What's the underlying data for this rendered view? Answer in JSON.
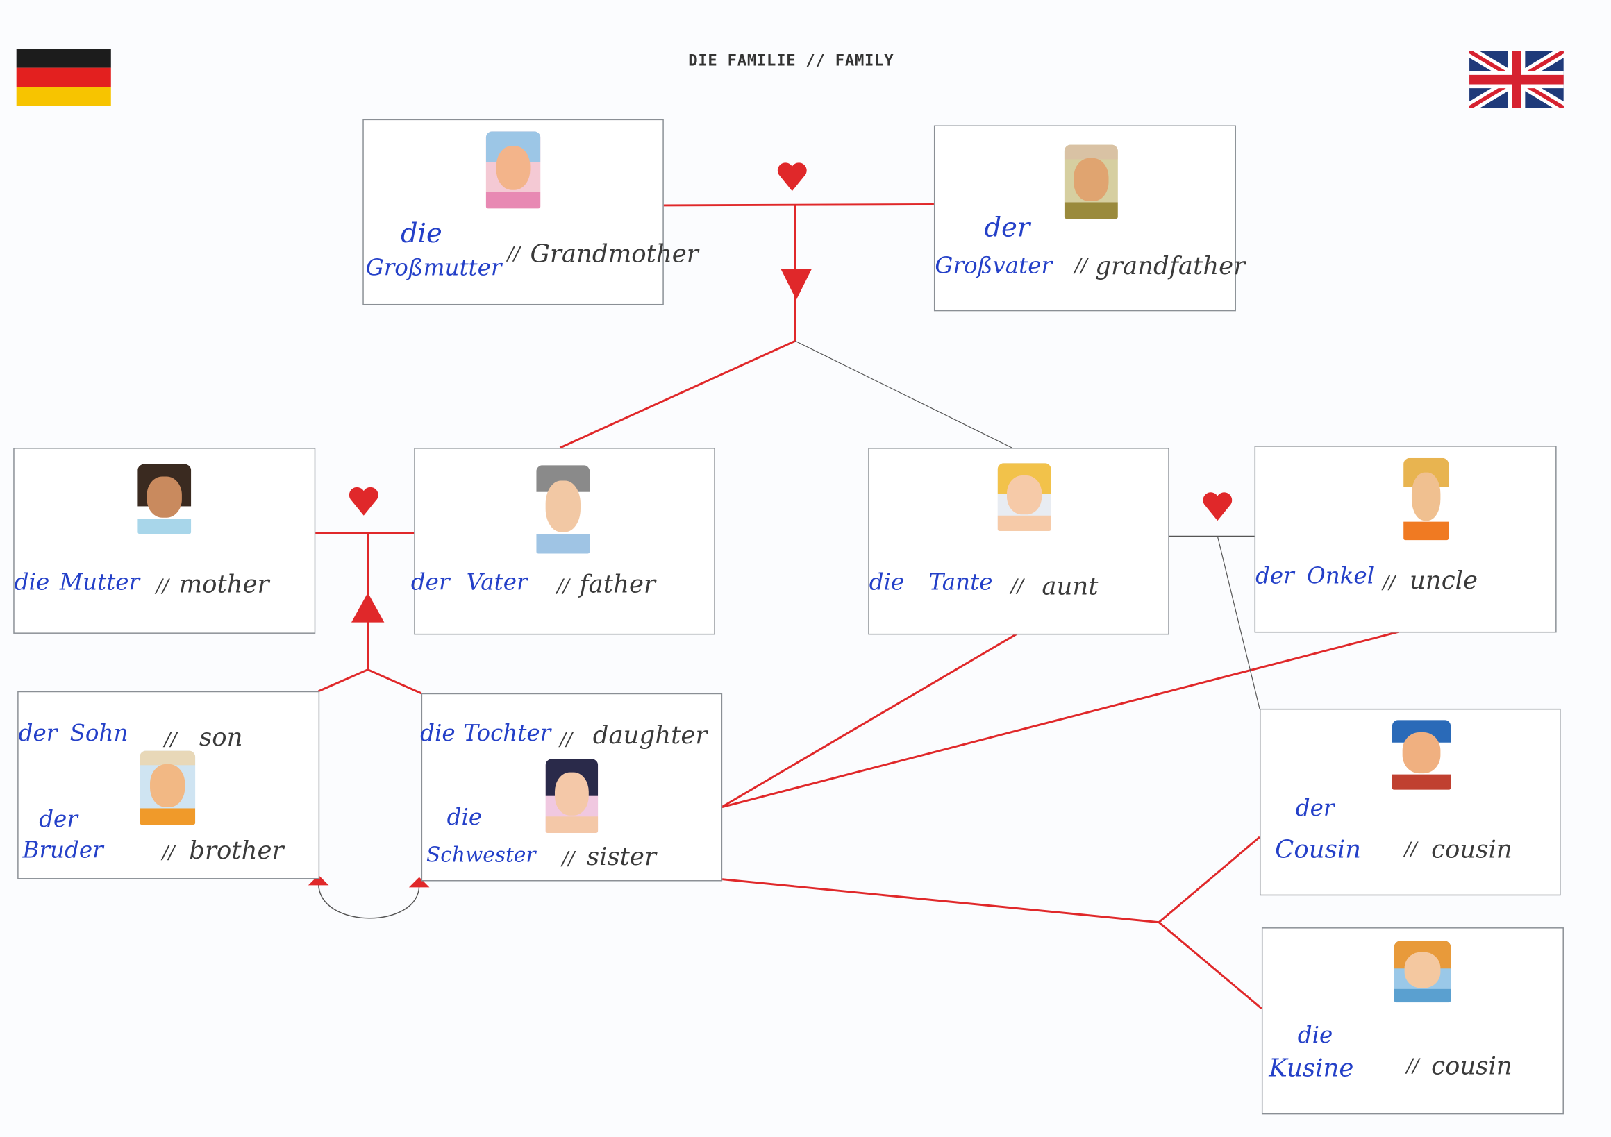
{
  "title": "DIE FAMILIE // FAMILY",
  "flags": {
    "left": "german-flag",
    "right": "uk-flag"
  },
  "colors": {
    "german_word": "#2440c8",
    "english_word": "#3a3a3a",
    "line": "#e0282a",
    "heart": "#e0282a"
  },
  "separator": "//",
  "members": {
    "grandmother": {
      "article": "die",
      "german": "Großmutter",
      "english": "Grandmother"
    },
    "grandfather": {
      "article": "der",
      "german": "Großvater",
      "english": "grandfather"
    },
    "mother": {
      "article": "die",
      "german": "Mutter",
      "english": "mother"
    },
    "father": {
      "article": "der",
      "german": "Vater",
      "english": "father"
    },
    "aunt": {
      "article": "die",
      "german": "Tante",
      "english": "aunt"
    },
    "uncle": {
      "article": "der",
      "german": "Onkel",
      "english": "uncle"
    },
    "son": {
      "article": "der",
      "german": "Sohn",
      "english": "son"
    },
    "brother": {
      "article": "der",
      "german": "Bruder",
      "english": "brother"
    },
    "daughter": {
      "article": "die",
      "german": "Tochter",
      "english": "daughter"
    },
    "sister": {
      "article": "die",
      "german": "Schwester",
      "english": "sister"
    },
    "cousin_m": {
      "article": "der",
      "german": "Cousin",
      "english": "cousin"
    },
    "cousin_f": {
      "article": "die",
      "german": "Kusine",
      "english": "cousin"
    }
  }
}
